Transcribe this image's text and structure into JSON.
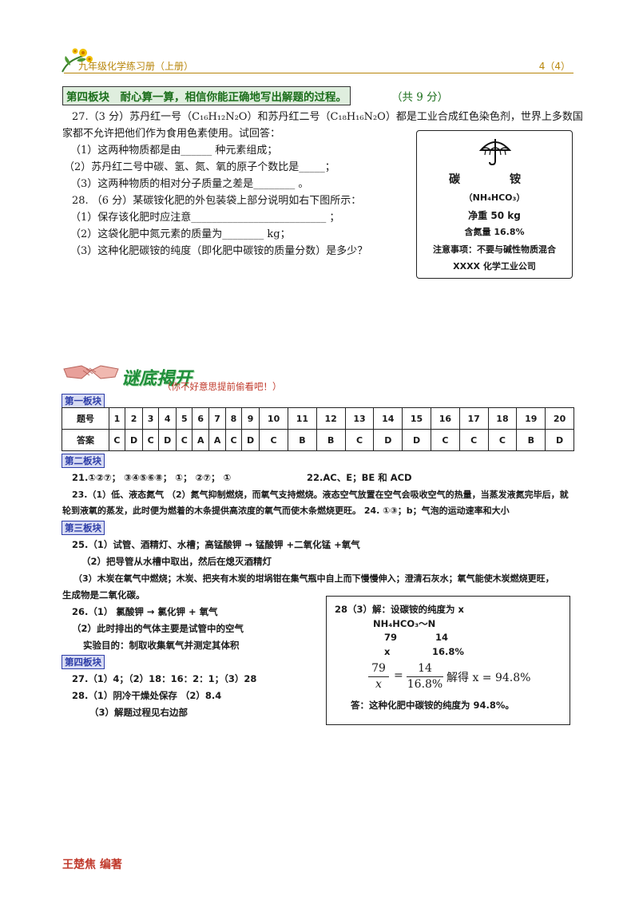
{
  "header": {
    "title": "九年级化学练习册（上册）",
    "page": "4（4）"
  },
  "section4": {
    "title": "第四板块　耐心算一算，相信你能正确地写出解题的过程。",
    "score": "（共 9 分）",
    "lines": [
      "27.（3 分）苏丹红一号（C₁₆H₁₂N₂O）和苏丹红二号（C₁₈H₁₆N₂O）都是工业合成红色染色剂，世界上多数国",
      "家都不允许把他们作为食用色素使用。试回答：",
      "（1）这两种物质都是由______ 种元素组成；",
      "（2）苏丹红二号中碳、氢、氮、氧的原子个数比是_____；",
      "（3）这两种物质的相对分子质量之差是________ 。",
      "28. （6 分）某碳铵化肥的外包装袋上部分说明如右下图所示：",
      "（1）保存该化肥时应注意__________________________ ；",
      "（2）这袋化肥中氮元素的质量为________ kg；",
      "（3）这种化肥碳铵的纯度（即化肥中碳铵的质量分数）是多少？"
    ]
  },
  "fertilizer_label": {
    "name": "碳　铵",
    "formula": "（NH₄HCO₃）",
    "net": "净重 50 kg",
    "nitrogen": "含氮量 16.8%",
    "notice": "注意事项：不要与碱性物质混合",
    "company": "XXXX 化学工业公司"
  },
  "reveal": {
    "title": "谜底揭开",
    "subtitle": "（你不好意思提前偷看吧！）"
  },
  "blocks": {
    "b1": "第一板块",
    "b2": "第二板块",
    "b3": "第三板块",
    "b4": "第四板块"
  },
  "answer_table": {
    "row1_head": "题号",
    "row2_head": "答案",
    "numbers": [
      "1",
      "2",
      "3",
      "4",
      "5",
      "6",
      "7",
      "8",
      "9",
      "10",
      "11",
      "12",
      "13",
      "14",
      "15",
      "16",
      "17",
      "18",
      "19",
      "20"
    ],
    "answers": [
      "C",
      "D",
      "C",
      "D",
      "C",
      "A",
      "A",
      "C",
      "D",
      "C",
      "B",
      "B",
      "C",
      "D",
      "D",
      "C",
      "C",
      "C",
      "B",
      "D"
    ]
  },
  "block2_lines": [
    "21.①②⑦；  ③④⑤⑥⑧；  ①；  ②⑦；  ①",
    "22.AC、E；BE 和 ACD",
    "23.（1）低、液态氮气 （2）氮气抑制燃烧，而氧气支持燃烧。液态空气放置在空气会吸收空气的热量，当蒸发液氮完毕后，就",
    "轮到液氧的蒸发，此时便为燃着的木条提供高浓度的氧气而使木条燃烧更旺。  24. ①③；b；气泡的运动速率和大小"
  ],
  "block3_lines": [
    "25.（1）试管、酒精灯、水槽；高锰酸钾 → 锰酸钾 +二氧化锰 +氧气",
    "（2）把导管从水槽中取出，然后在熄灭酒精灯",
    "（3）木炭在氧气中燃烧；木炭、把夹有木炭的坩埚钳在集气瓶中自上而下慢慢伸入；澄清石灰水；氧气能使木炭燃烧更旺，",
    "生成物是二氧化碳。",
    "26.（1）  氯酸钾 → 氯化钾   +   氧气",
    "（2）此时排出的气体主要是试管中的空气",
    "实验目的：制取收集氧气并测定其体积"
  ],
  "block4_lines": [
    "27.（1）4；（2）18：16：2：1；（3）28",
    "28.（1）阴冷干燥处保存      （2）8.4",
    "（3）解题过程见右边部"
  ],
  "solution": {
    "l1": "28（3）解：设碳铵的纯度为 x",
    "l2": "NH₄HCO₃～N",
    "l3a": "79",
    "l3b": "14",
    "l4a": "x",
    "l4b": "16.8%",
    "frac1_num": "79",
    "frac1_den": "x",
    "eq": "=",
    "frac2_num": "14",
    "frac2_den": "16.8%",
    "result": "解得 x = 94.8%",
    "answer": "答：这种化肥中碳铵的纯度为 94.8%。"
  },
  "footer": {
    "author": "王楚焦  编著"
  }
}
